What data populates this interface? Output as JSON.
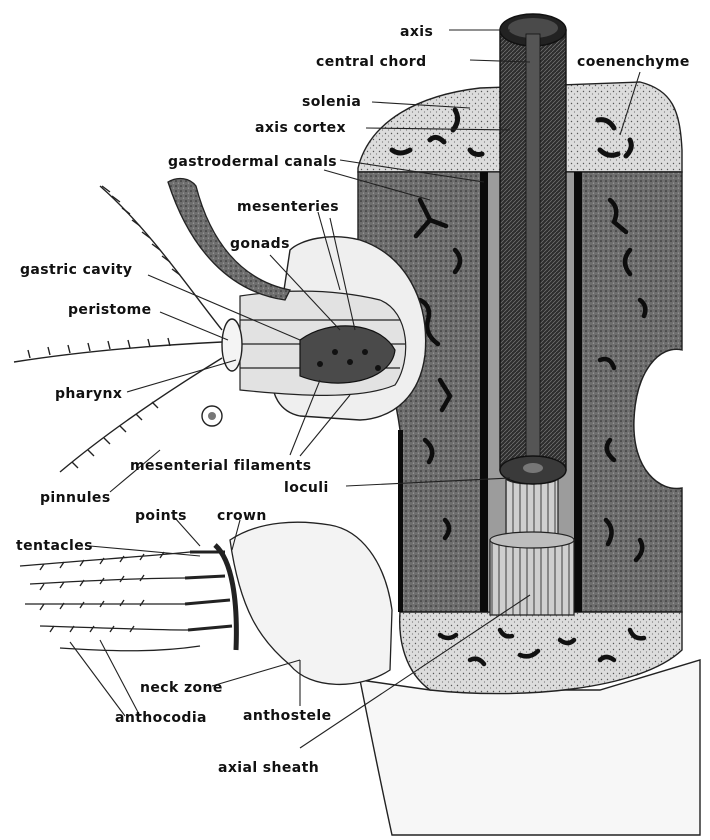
{
  "labels": {
    "axis": "axis",
    "central_chord": "central chord",
    "coenenchyme": "coenenchyme",
    "solenia": "solenia",
    "axis_cortex": "axis cortex",
    "gastrodermal_canals": "gastrodermal canals",
    "mesenteries": "mesenteries",
    "gonads": "gonads",
    "gastric_cavity": "gastric cavity",
    "peristome": "peristome",
    "pharynx": "pharynx",
    "mesenterial_filaments": "mesenterial filaments",
    "loculi": "loculi",
    "pinnules": "pinnules",
    "points": "points",
    "crown": "crown",
    "tentacles": "tentacles",
    "neck_zone": "neck zone",
    "anthocodia": "anthocodia",
    "anthostele": "anthostele",
    "axial_sheath": "axial sheath"
  },
  "colors": {
    "ink": "#111111",
    "dark_tissue": "#3a3a3a",
    "mid_tissue": "#8a8a8a",
    "light_tissue": "#d8d8d8",
    "paper": "#ffffff"
  }
}
